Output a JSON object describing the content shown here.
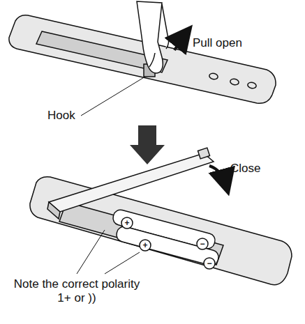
{
  "diagram": {
    "labels": [
      "Pull open",
      "Hook",
      "Close",
      "Note the correct polarity 1+ or ))",
      "+",
      "−",
      "+",
      "−"
    ]
  }
}
